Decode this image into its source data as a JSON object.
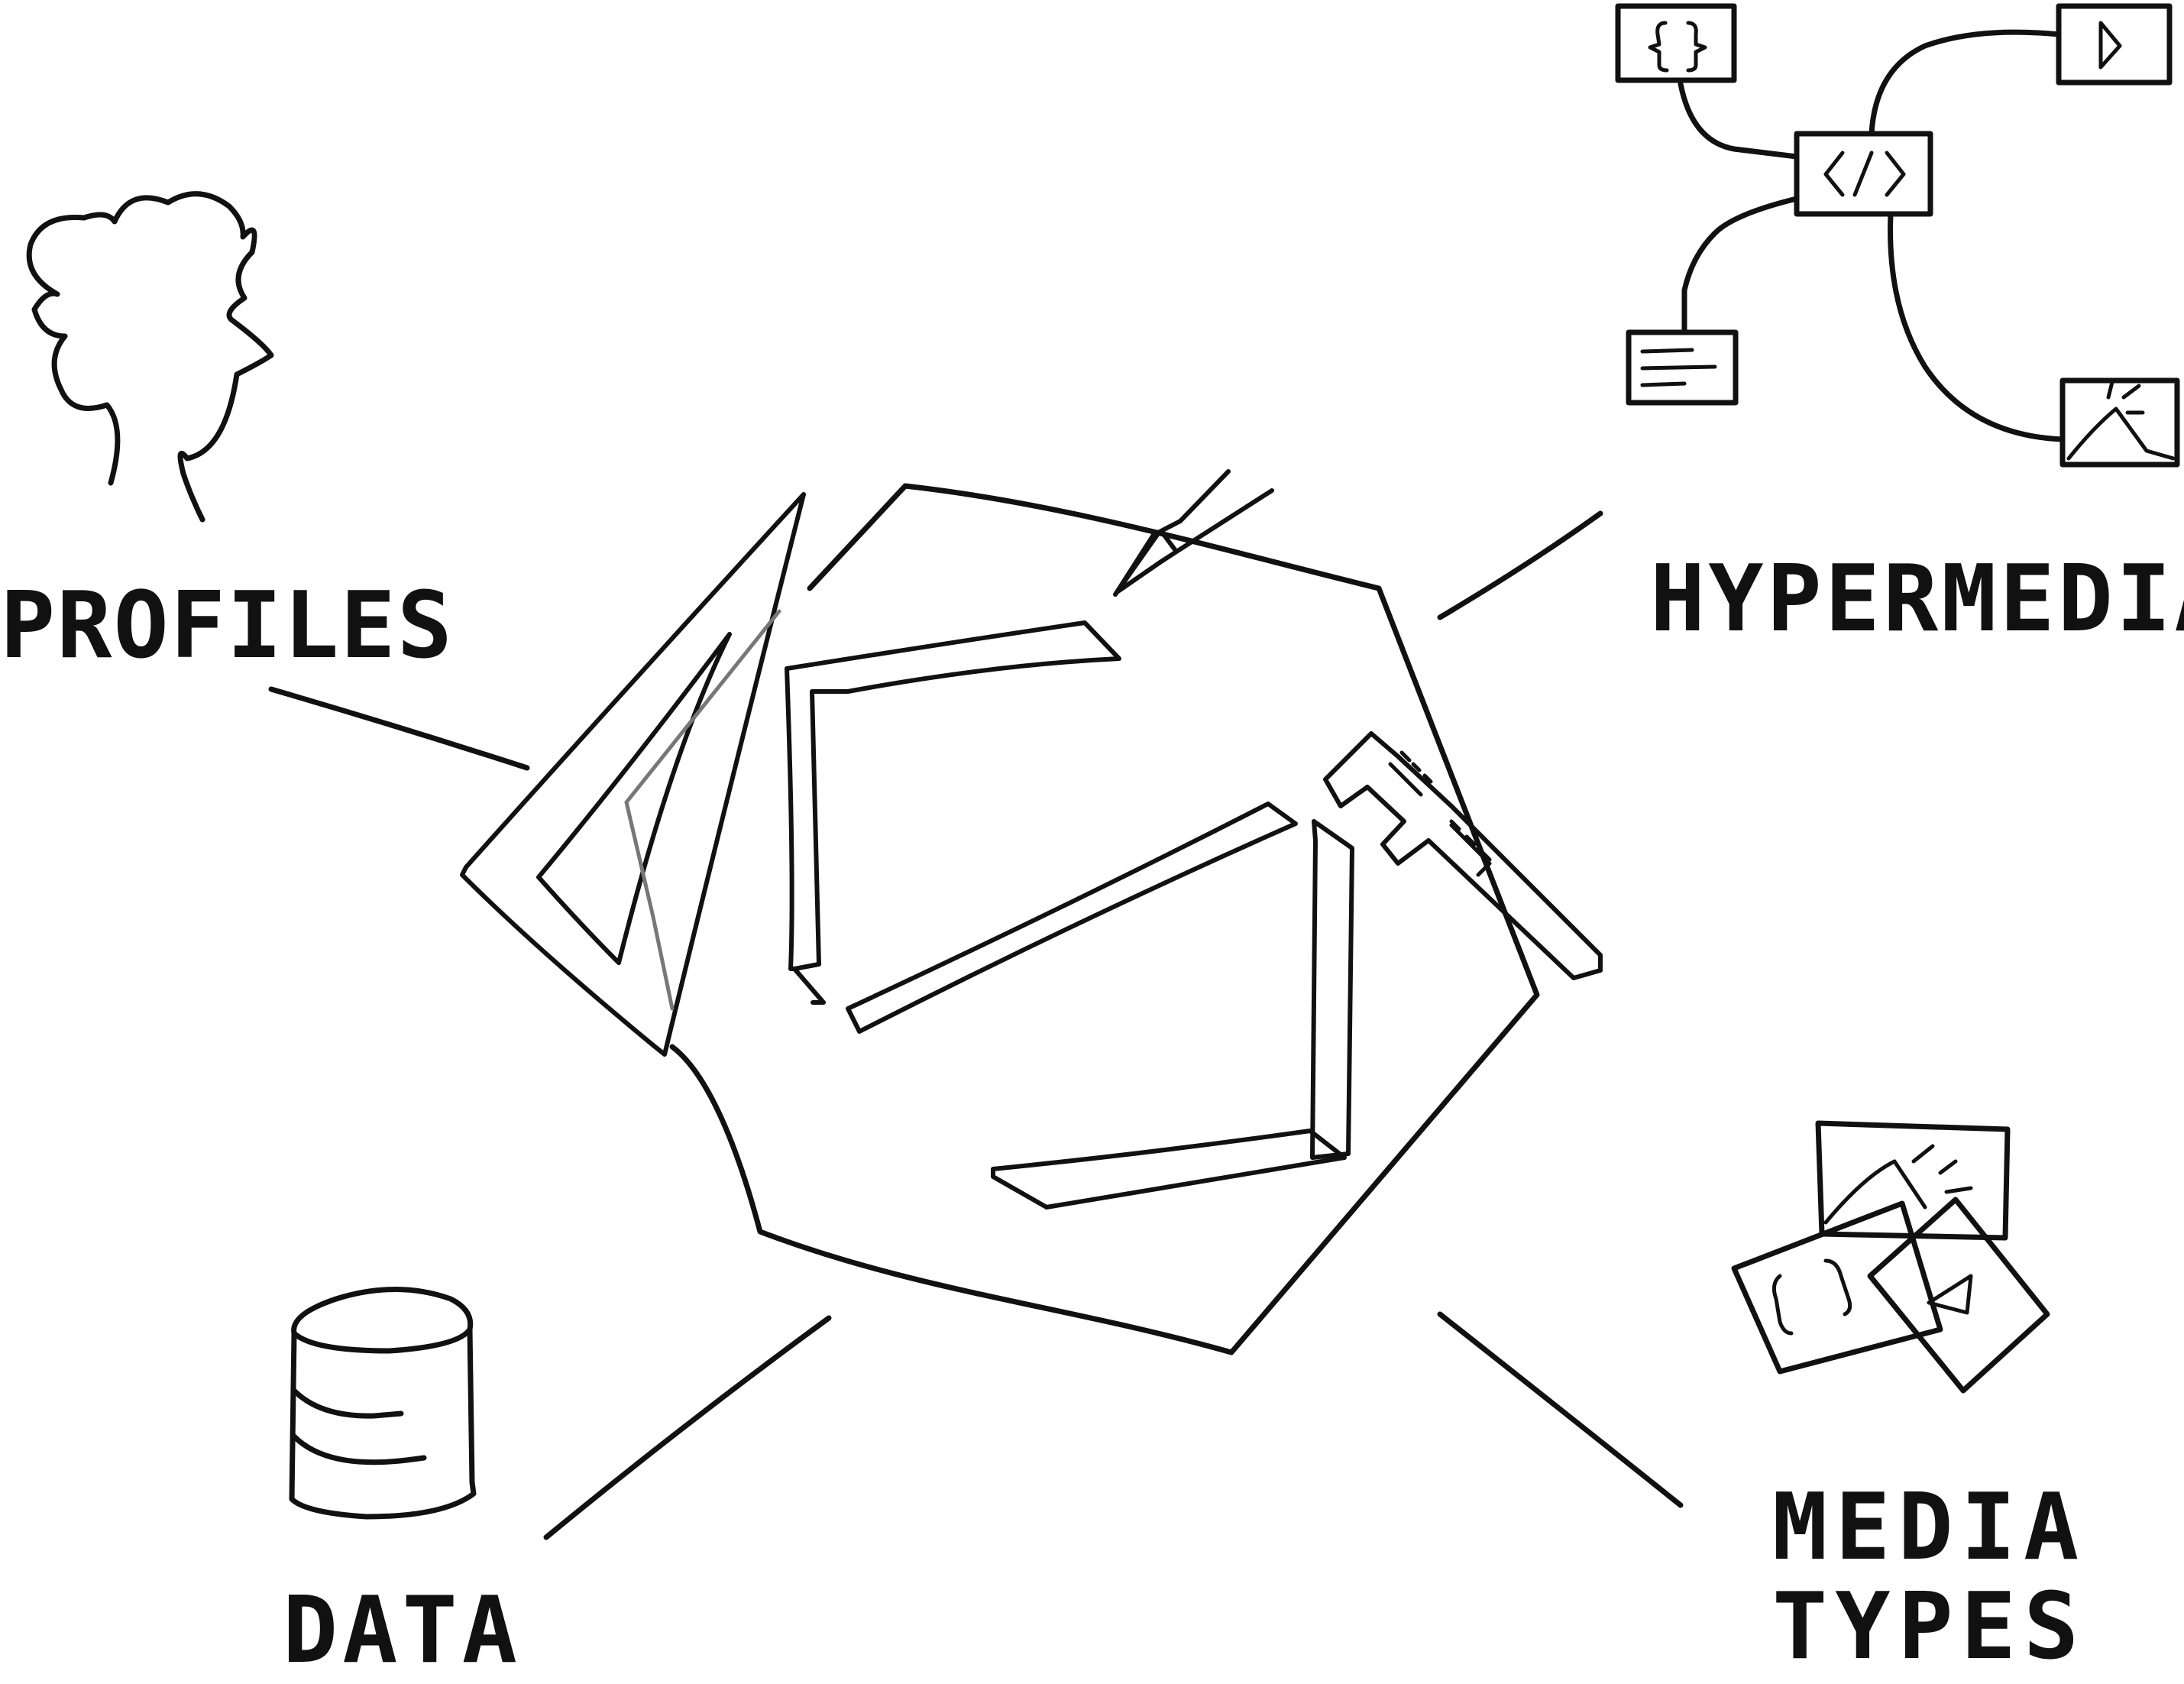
{
  "diagram": {
    "labels": {
      "profiles": "PROFILES",
      "hypermedia": "HYPERMEDIA",
      "data": "DATA",
      "media_types_line1": "MEDIA",
      "media_types_line2": "TYPES"
    },
    "center": {
      "shape": "heptagon",
      "tools": [
        "set-square",
        "pencil",
        "caliper"
      ]
    },
    "icons": {
      "profiles": "person-head-icon",
      "hypermedia": "linked-documents-icon",
      "data": "database-icon",
      "media_types": "media-files-icon"
    },
    "colors": {
      "ink": "#111111",
      "background": "#ffffff"
    }
  }
}
